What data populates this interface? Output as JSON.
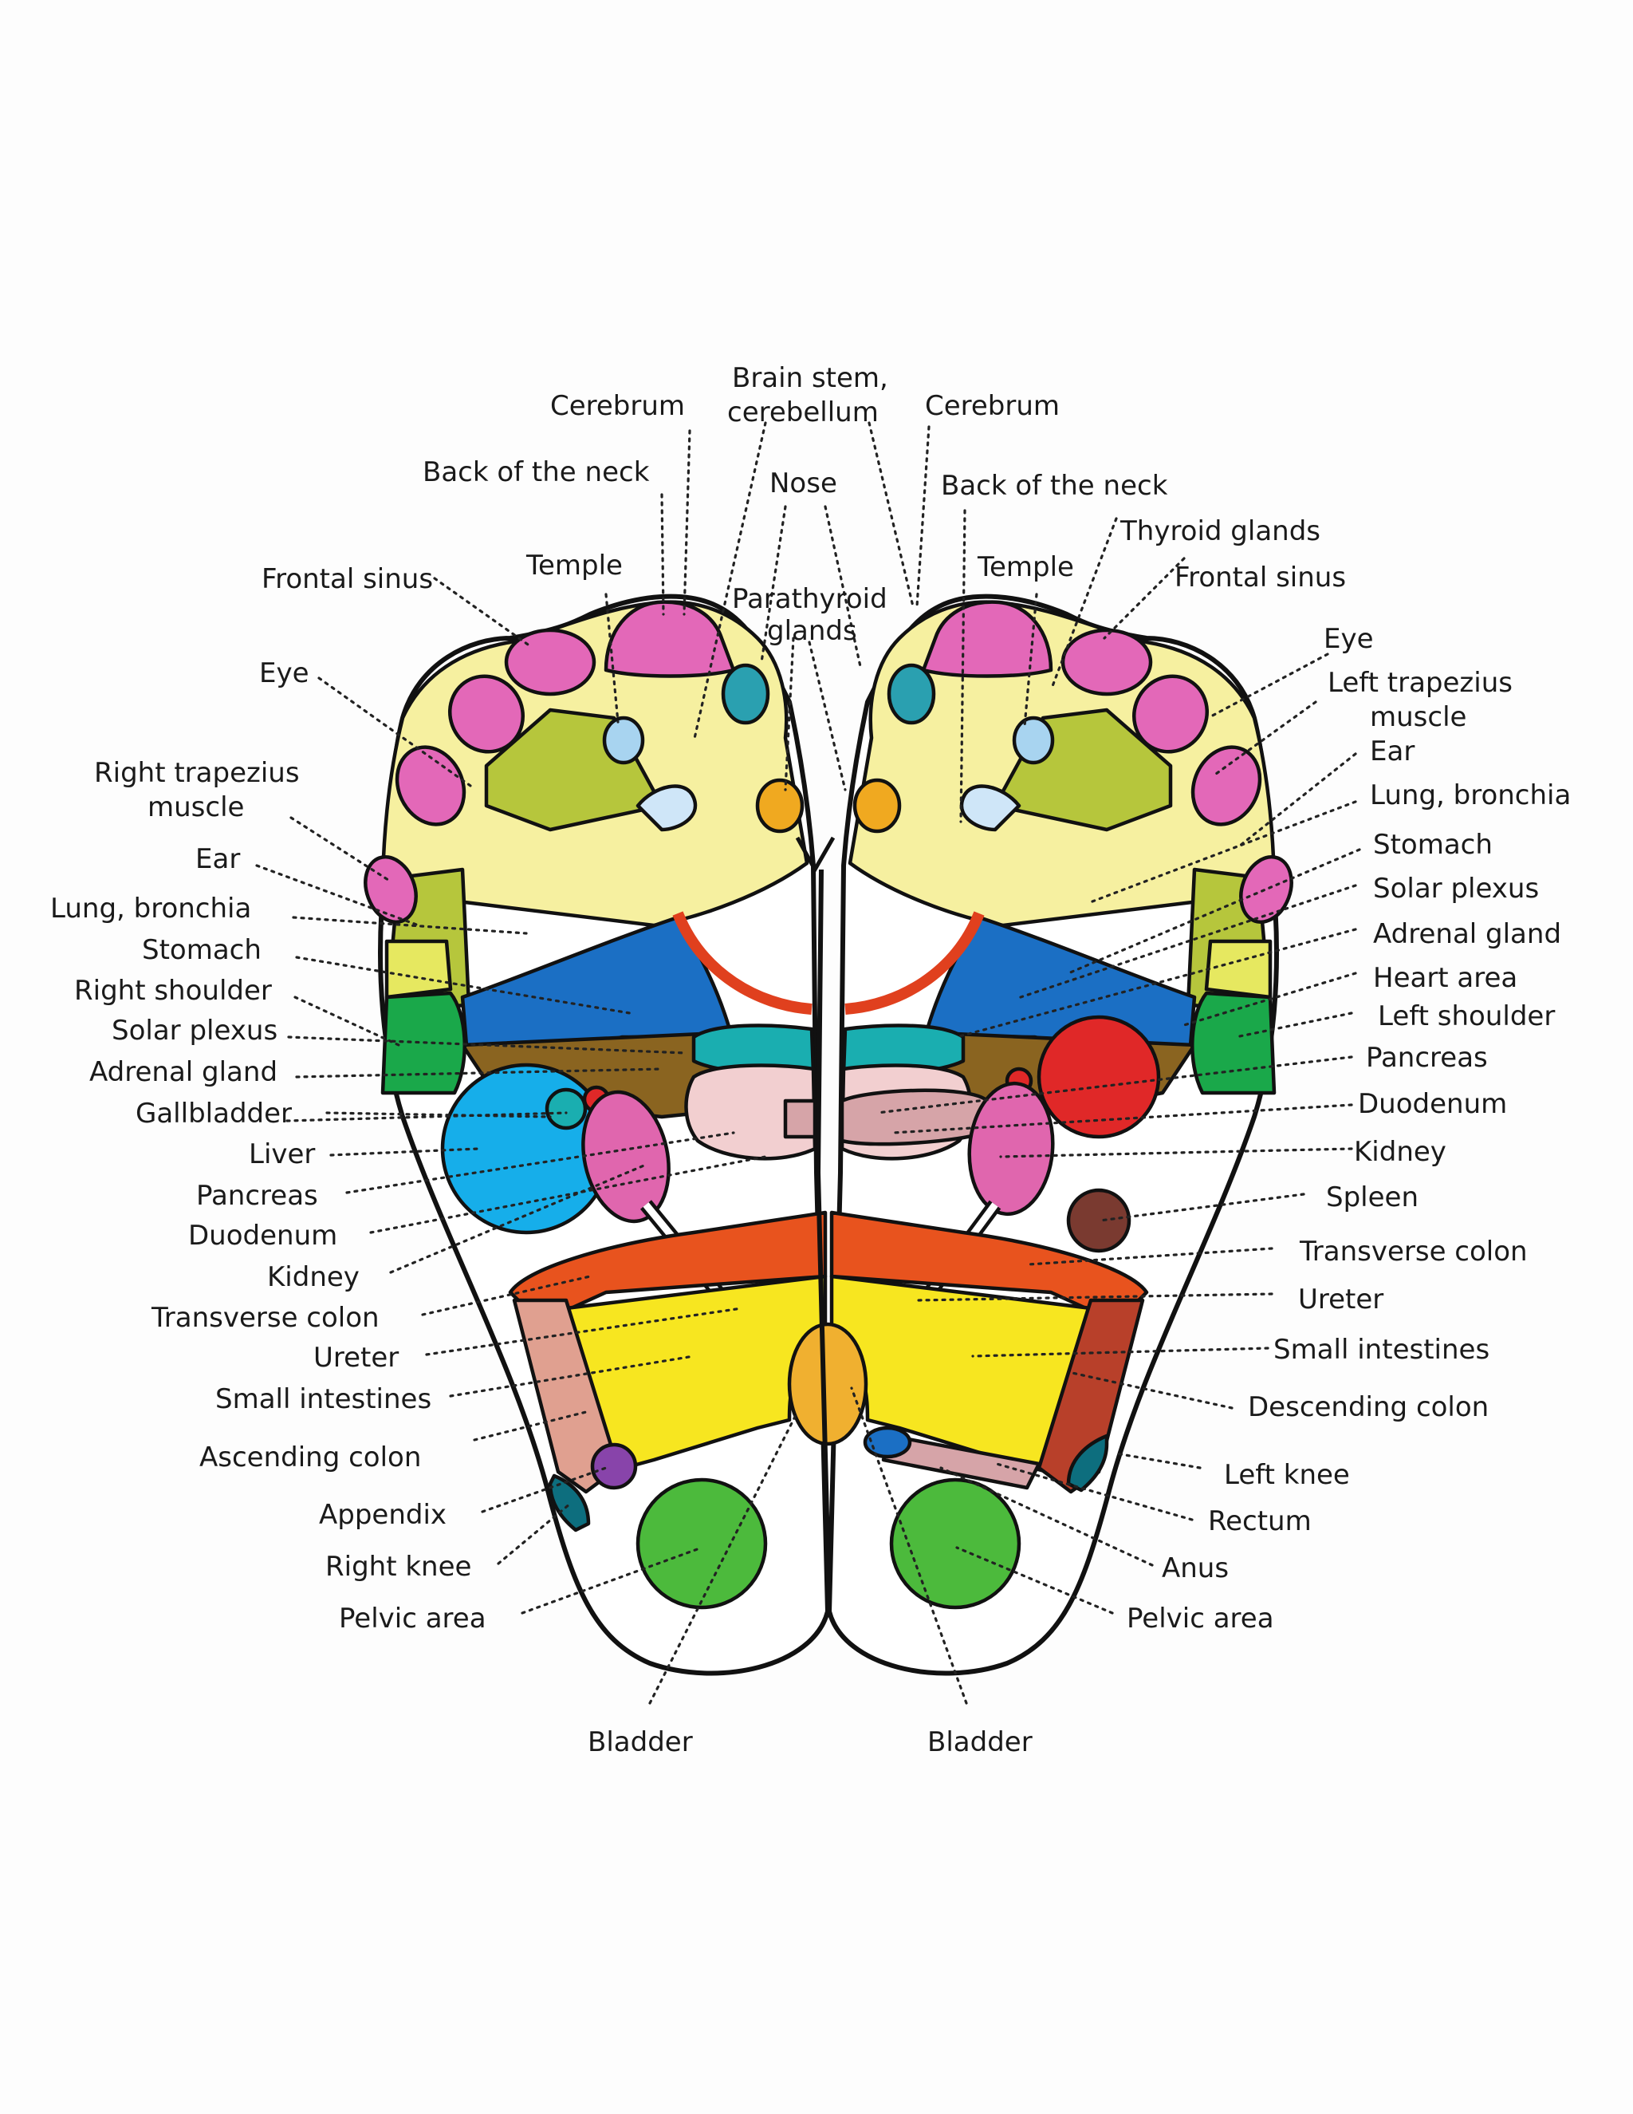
{
  "labels": {
    "cerebrum_right": "Cerebrum",
    "brain_stem_1": "Brain stem,",
    "brain_stem_2": "cerebellum",
    "cerebrum_left": "Cerebrum",
    "back_neck_right": "Back of the neck",
    "nose": "Nose",
    "back_neck_left": "Back of the neck",
    "thyroid": "Thyroid glands",
    "temple_right": "Temple",
    "temple_left": "Temple",
    "frontal_sinus_right": "Frontal sinus",
    "frontal_sinus_left": "Frontal sinus",
    "parathyroid_1": "Parathyroid",
    "parathyroid_2": "glands",
    "eye_right": "Eye",
    "eye_left": "Eye",
    "right_trap_1": "Right trapezius",
    "right_trap_2": "muscle",
    "left_trap_1": "Left trapezius",
    "left_trap_2": "muscle",
    "ear_right": "Ear",
    "ear_left": "Ear",
    "lung_right": "Lung, bronchia",
    "lung_left": "Lung, bronchia",
    "stomach_right": "Stomach",
    "stomach_left": "Stomach",
    "right_shoulder": "Right shoulder",
    "solar_right": "Solar plexus",
    "solar_left": "Solar plexus",
    "adrenal_right": "Adrenal gland",
    "adrenal_left": "Adrenal gland",
    "heart_area": "Heart area",
    "left_shoulder": "Left shoulder",
    "gallbladder": "Gallbladder",
    "pancreas_left": "Pancreas",
    "pancreas_right": "Pancreas",
    "liver": "Liver",
    "duodenum_left": "Duodenum",
    "duodenum_right": "Duodenum",
    "kidney_left": "Kidney",
    "kidney_right": "Kidney",
    "spleen": "Spleen",
    "transverse_left": "Transverse colon",
    "transverse_right": "Transverse colon",
    "ureter_left": "Ureter",
    "ureter_right": "Ureter",
    "small_int_left": "Small intestines",
    "small_int_right": "Small intestines",
    "descending_colon": "Descending colon",
    "ascending_colon": "Ascending colon",
    "left_knee": "Left knee",
    "appendix": "Appendix",
    "rectum": "Rectum",
    "right_knee": "Right knee",
    "anus": "Anus",
    "pelvic_left": "Pelvic area",
    "pelvic_right": "Pelvic area",
    "bladder_left": "Bladder",
    "bladder_right": "Bladder"
  },
  "colors": {
    "toe_pink": "#e368b8",
    "sole_yellow": "#f6f0a0",
    "olive_green": "#b6c63c",
    "lung_blue": "#1b6fc4",
    "brown": "#8a6420",
    "teal": "#1aaeb0",
    "pale_pink": "#f2cfd0",
    "mauve": "#d6a4a8",
    "liver_blue": "#16aeea",
    "kidney_pink": "#e066ae",
    "heart_red": "#e02828",
    "shoulder_green": "#1aa84a",
    "orange_colon": "#e8531e",
    "bright_yellow": "#f7e620",
    "bladder_orange": "#f0b030",
    "rust": "#b8402a",
    "salmon": "#e0a090",
    "pelvic_green": "#4cba3c",
    "spleen_brown": "#7a3a30",
    "appendix_purple": "#8844aa",
    "knee_teal": "#0d6e7e",
    "red_line": "#e0401e"
  }
}
